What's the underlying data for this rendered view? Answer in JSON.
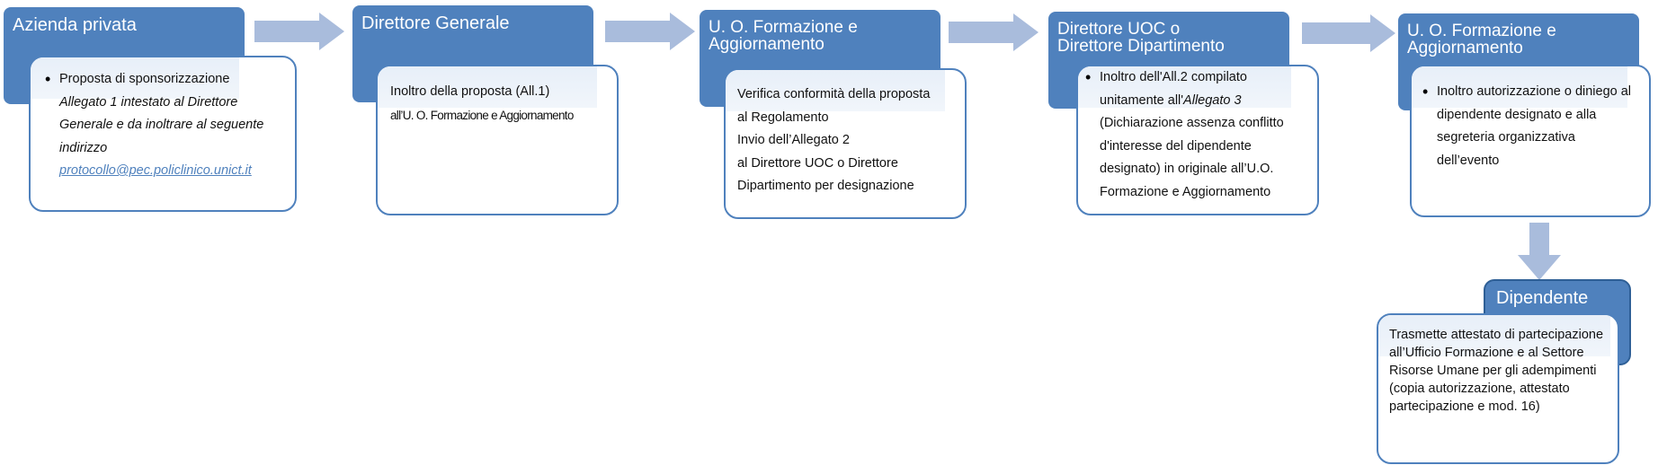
{
  "colors": {
    "header_fill": "#4f81bd",
    "box_border": "#4f81bd",
    "arrow_fill": "#a9bcdc",
    "text": "#111111",
    "link": "#4f81bd"
  },
  "steps": [
    {
      "header": "Azienda privata",
      "bullet_line": "Proposta di sponsorizzazione",
      "italic_line": "Allegato 1 intestato al Direttore Generale e da inoltrare al seguente indirizzo",
      "link": "protocollo@pec.policlinico.unict.it"
    },
    {
      "header": "Direttore Generale",
      "line1": "Inoltro della proposta (All.1)",
      "line2": "all’U. O. Formazione e Aggiornamento"
    },
    {
      "header_line1": "U. O. Formazione e",
      "header_line2": "Aggiornamento",
      "lines": [
        "Verifica conformità della proposta",
        "al Regolamento",
        "Invio dell’Allegato 2",
        "al Direttore UOC o Direttore",
        "Dipartimento per designazione"
      ]
    },
    {
      "header_line1": "Direttore UOC o",
      "header_line2": "Direttore Dipartimento",
      "text_before": "Inoltro dell'All.2 compilato unitamente all'",
      "text_italic": "Allegato 3",
      "text_after": " (Dichiarazione assenza conflitto d'interesse del dipendente designato) in originale all’U.O. Formazione e Aggiornamento"
    },
    {
      "header_line1": "U. O. Formazione e",
      "header_line2": "Aggiornamento",
      "bullet_text": "Inoltro autorizzazione o diniego al dipendente designato e alla segreteria organizzativa dell’evento"
    }
  ],
  "final_step": {
    "header": "Dipendente",
    "text": "Trasmette attestato di partecipazione all’Ufficio Formazione e al Settore Risorse Umane per gli adempimenti (copia autorizzazione, attestato partecipazione e mod. 16)"
  }
}
